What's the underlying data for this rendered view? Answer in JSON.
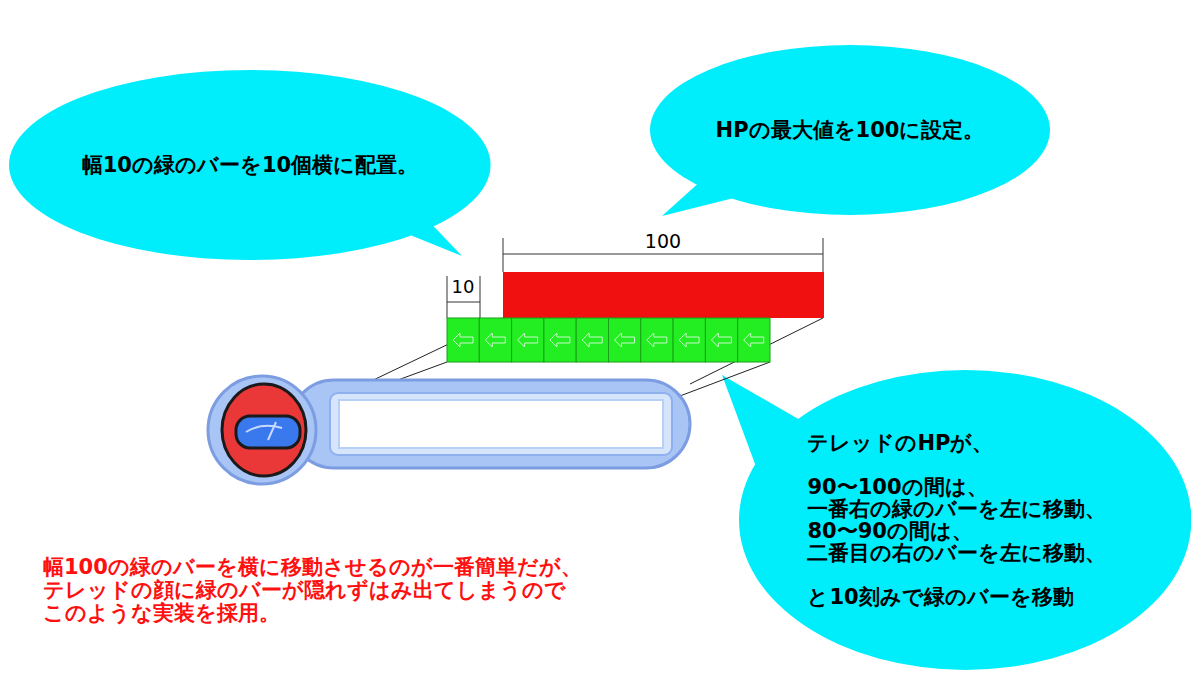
{
  "diagram": {
    "nodes": [
      {
        "text": [
          "幅10の緑のバーを10個横に配置。"
        ]
      },
      {
        "text": [
          "HPの最大値を100に設定。"
        ]
      },
      {
        "text": [
          "テレッドのHPが、",
          "90〜100の間は、 一番右の緑のバーを左に移動、 80〜90の間は、 二番目の右のバーを左に移動、",
          "と10刻みで緑のバーを移動"
        ]
      }
    ],
    "labels": [
      "100",
      "10",
      "幅100の緑のバーを横に移動させるのが一番簡単だが、 テレッドの顔に緑のバーが隠れずはみ出てしまうので このような実装を採用。"
    ]
  }
}
